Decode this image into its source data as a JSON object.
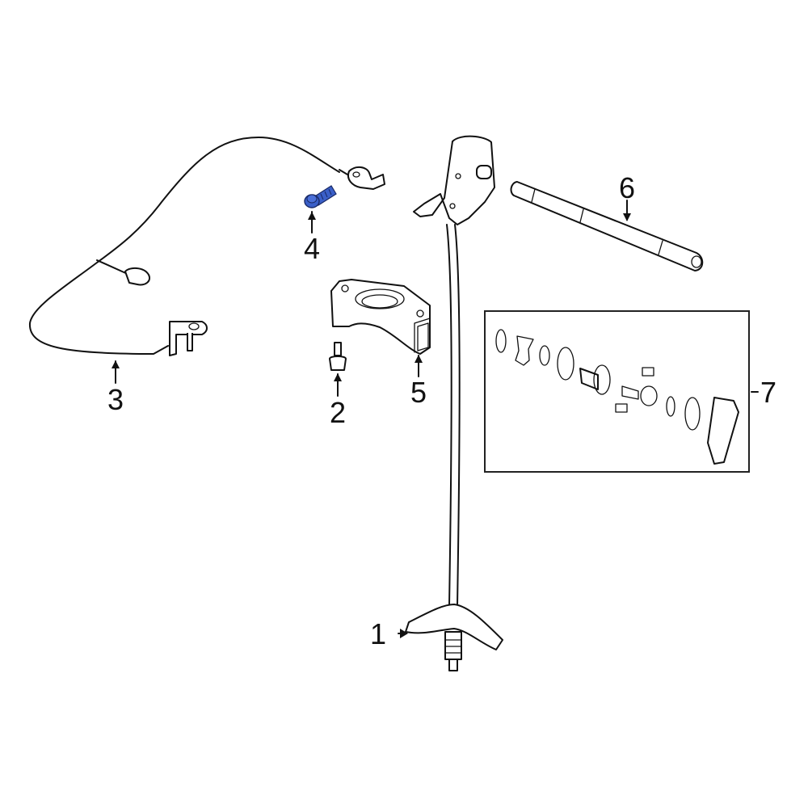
{
  "diagram": {
    "type": "exploded-parts-diagram",
    "highlight_color": "#3a5fc8",
    "line_color": "#111111",
    "background": "#ffffff",
    "highlighted_part": "4",
    "callouts": [
      {
        "number": "1",
        "part": "spare-tire-hoist-carrier",
        "arrow": "right"
      },
      {
        "number": "2",
        "part": "mounting-bolt",
        "arrow": "up"
      },
      {
        "number": "3",
        "part": "release-cable",
        "arrow": "up"
      },
      {
        "number": "4",
        "part": "flange-bolt",
        "arrow": "up",
        "highlighted": true
      },
      {
        "number": "5",
        "part": "hoist-bracket",
        "arrow": "up"
      },
      {
        "number": "6",
        "part": "extension-rod",
        "arrow": "down"
      },
      {
        "number": "7",
        "part": "repair-kit",
        "arrow": "bracket"
      }
    ]
  }
}
